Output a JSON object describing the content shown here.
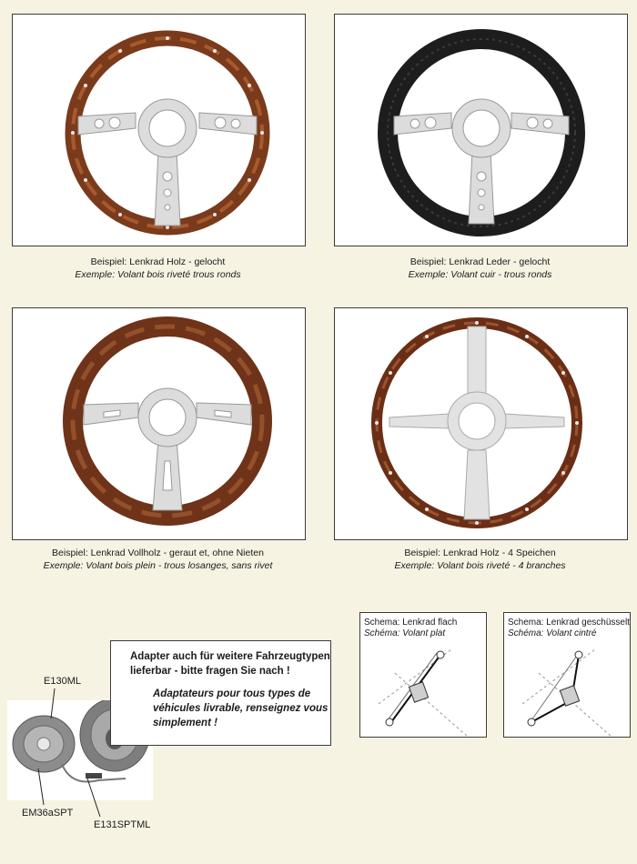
{
  "wheels": [
    {
      "caption_de": "Beispiel: Lenkrad Holz - gelocht",
      "caption_fr": "Exemple: Volant bois riveté trous ronds"
    },
    {
      "caption_de": "Beispiel: Lenkrad Leder - gelocht",
      "caption_fr": "Exemple: Volant cuir - trous ronds"
    },
    {
      "caption_de": "Beispiel: Lenkrad Vollholz - geraut et, ohne Nieten",
      "caption_fr": "Exemple: Volant bois plein - trous losanges, sans rivet"
    },
    {
      "caption_de": "Beispiel: Lenkrad Holz - 4 Speichen",
      "caption_fr": "Exemple: Volant bois riveté - 4 branches"
    }
  ],
  "adapter_note": {
    "de_line1": "Adapter auch für weitere Fahrzeugtypen",
    "de_line2": "lieferbar - bitte fragen Sie nach !",
    "fr_line1": "Adaptateurs pour tous types de",
    "fr_line2": "véhicules livrable, renseignez vous",
    "fr_line3": "simplement !"
  },
  "parts": {
    "hub_label": "E130ML",
    "horn_label": "EM36aSPT",
    "cable_label": "E131SPTML"
  },
  "schemas": [
    {
      "title_de": "Schema: Lenkrad flach",
      "title_fr": "Schéma: Volant plat"
    },
    {
      "title_de": "Schema: Lenkrad geschüsselt",
      "title_fr": "Schéma: Volant cintré"
    }
  ],
  "colors": {
    "wood": "#7a3a1c",
    "leather": "#1d1d1d",
    "alu": "#dcdcdc",
    "background": "#f6f3e3"
  }
}
